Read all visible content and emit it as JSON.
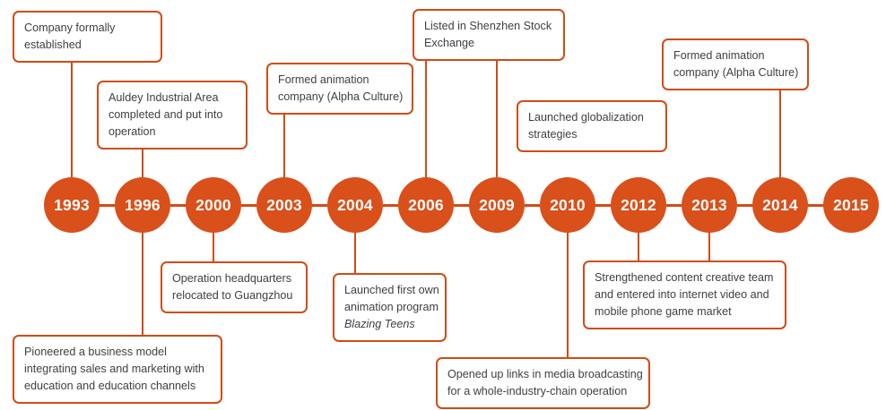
{
  "diagram": {
    "title": "Company milestone timeline",
    "colors": {
      "node_fill": "#D9501B",
      "node_text": "#FFFFFF",
      "box_border": "#D14C14",
      "box_fill": "#FFFFFF",
      "box_text": "#3F3F3F",
      "connector": "#D14C14"
    }
  },
  "years": [
    {
      "label": "1993"
    },
    {
      "label": "1996"
    },
    {
      "label": "2000"
    },
    {
      "label": "2003"
    },
    {
      "label": "2004"
    },
    {
      "label": "2006"
    },
    {
      "label": "2009"
    },
    {
      "label": "2010"
    },
    {
      "label": "2012"
    },
    {
      "label": "2013"
    },
    {
      "label": "2014"
    },
    {
      "label": "2015"
    }
  ],
  "events": [
    {
      "year": "1993",
      "position": "above",
      "lines": [
        "Company formally",
        "established"
      ]
    },
    {
      "year": "1996",
      "position": "above",
      "lines": [
        "Auldey Industrial Area",
        "completed and put into",
        "operation"
      ]
    },
    {
      "year": "1996",
      "position": "below",
      "lines": [
        "Pioneered a business model",
        "integrating sales and marketing with",
        "education and education channels"
      ]
    },
    {
      "year": "2000",
      "position": "below",
      "lines": [
        "Operation headquarters",
        "relocated to Guangzhou"
      ]
    },
    {
      "year": "2003",
      "position": "above",
      "lines": [
        "Formed animation",
        "company (Alpha Culture)"
      ]
    },
    {
      "year": "2004",
      "position": "below",
      "lines": [
        "Launched first own",
        "animation program",
        "Blazing Teens"
      ],
      "italic_lines": [
        2
      ]
    },
    {
      "year": "2006",
      "position": "above",
      "lines": [
        "Listed in Shenzhen Stock",
        "Exchange"
      ]
    },
    {
      "year": "2009",
      "position": "above",
      "lines": [
        "Launched globalization",
        "strategies"
      ]
    },
    {
      "year": "2010",
      "position": "below",
      "lines": [
        "Opened up links in media broadcasting",
        "for a whole-industry-chain operation"
      ]
    },
    {
      "year": "2012",
      "position": "below",
      "lines": [
        "Strengthened content creative team",
        "and entered into internet video and",
        "mobile phone game market"
      ]
    },
    {
      "year": "2014",
      "position": "above",
      "lines": [
        "Formed animation",
        "company (Alpha Culture)"
      ]
    }
  ]
}
